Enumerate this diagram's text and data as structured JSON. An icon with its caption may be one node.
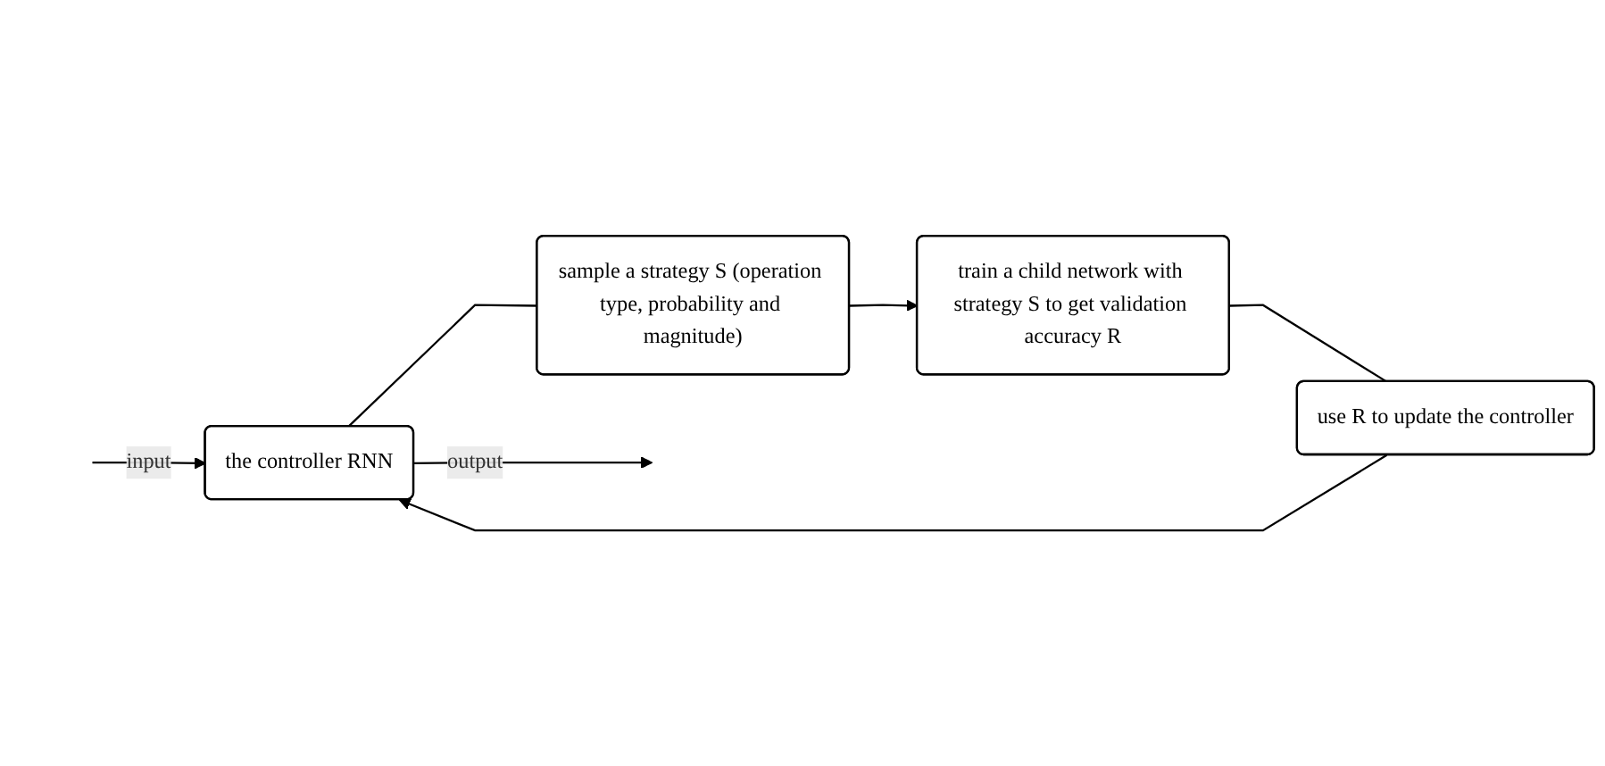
{
  "diagram": {
    "nodes": [
      {
        "text": [
          "the controller RNN"
        ]
      },
      {
        "text": [
          "sample a strategy S (operation type, probability and magnitude)"
        ]
      },
      {
        "text": [
          "train a child network with strategy S to get validation accuracy R"
        ]
      },
      {
        "text": [
          "use R to update the controller"
        ]
      }
    ],
    "edges": [
      {
        "from": null,
        "to": 0,
        "arrow": "to",
        "label": "input"
      },
      {
        "from": 0,
        "to": null,
        "arrow": "to",
        "label": "output"
      },
      {
        "from": 0,
        "to": 1,
        "arrow": "none"
      },
      {
        "from": 1,
        "to": 2,
        "arrow": "to"
      },
      {
        "from": 2,
        "to": 3,
        "arrow": "none"
      },
      {
        "from": 3,
        "to": 0,
        "arrow": "to"
      }
    ]
  }
}
